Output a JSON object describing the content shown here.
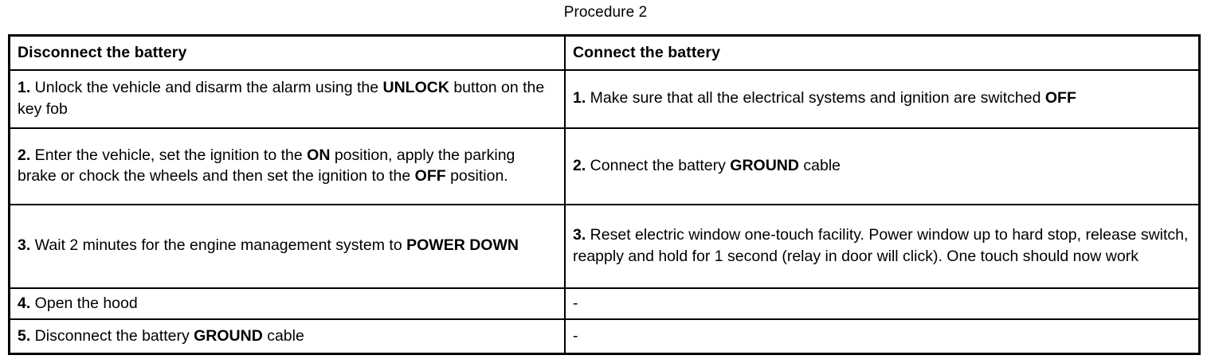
{
  "title": "Procedure 2",
  "table": {
    "headers": {
      "left": "Disconnect the battery",
      "right": "Connect the battery"
    },
    "rows": [
      {
        "left": {
          "num": "1.",
          "parts": [
            {
              "text": " Unlock the vehicle and disarm the alarm using the ",
              "bold": false
            },
            {
              "text": "UNLOCK",
              "bold": true
            },
            {
              "text": " button on the key fob",
              "bold": false
            }
          ]
        },
        "right": {
          "num": "1.",
          "parts": [
            {
              "text": " Make sure that all the electrical systems and ignition are switched ",
              "bold": false
            },
            {
              "text": "OFF",
              "bold": true
            }
          ]
        }
      },
      {
        "left": {
          "num": "2.",
          "parts": [
            {
              "text": " Enter the vehicle, set the ignition to the ",
              "bold": false
            },
            {
              "text": "ON",
              "bold": true
            },
            {
              "text": " position, apply the parking brake or chock the wheels and then set the ignition to the ",
              "bold": false
            },
            {
              "text": "OFF",
              "bold": true
            },
            {
              "text": " position.",
              "bold": false
            }
          ]
        },
        "right": {
          "num": "2.",
          "parts": [
            {
              "text": " Connect the battery ",
              "bold": false
            },
            {
              "text": "GROUND",
              "bold": true
            },
            {
              "text": " cable",
              "bold": false
            }
          ]
        }
      },
      {
        "left": {
          "num": "3.",
          "parts": [
            {
              "text": " Wait 2 minutes for the engine management system to ",
              "bold": false
            },
            {
              "text": "POWER DOWN",
              "bold": true
            }
          ]
        },
        "right": {
          "num": "3.",
          "parts": [
            {
              "text": " Reset electric window one-touch facility. Power window up to hard stop, release switch, reapply and hold for 1 second (relay in door will click). One touch should now work",
              "bold": false
            }
          ]
        }
      },
      {
        "left": {
          "num": "4.",
          "parts": [
            {
              "text": " Open the hood",
              "bold": false
            }
          ]
        },
        "right": {
          "num": "",
          "parts": [
            {
              "text": "-",
              "bold": false
            }
          ]
        }
      },
      {
        "left": {
          "num": "5.",
          "parts": [
            {
              "text": " Disconnect the battery ",
              "bold": false
            },
            {
              "text": "GROUND",
              "bold": true
            },
            {
              "text": " cable",
              "bold": false
            }
          ]
        },
        "right": {
          "num": "",
          "parts": [
            {
              "text": "-",
              "bold": false
            }
          ]
        }
      }
    ]
  },
  "colors": {
    "text": "#000000",
    "background": "#ffffff",
    "border": "#000000"
  }
}
